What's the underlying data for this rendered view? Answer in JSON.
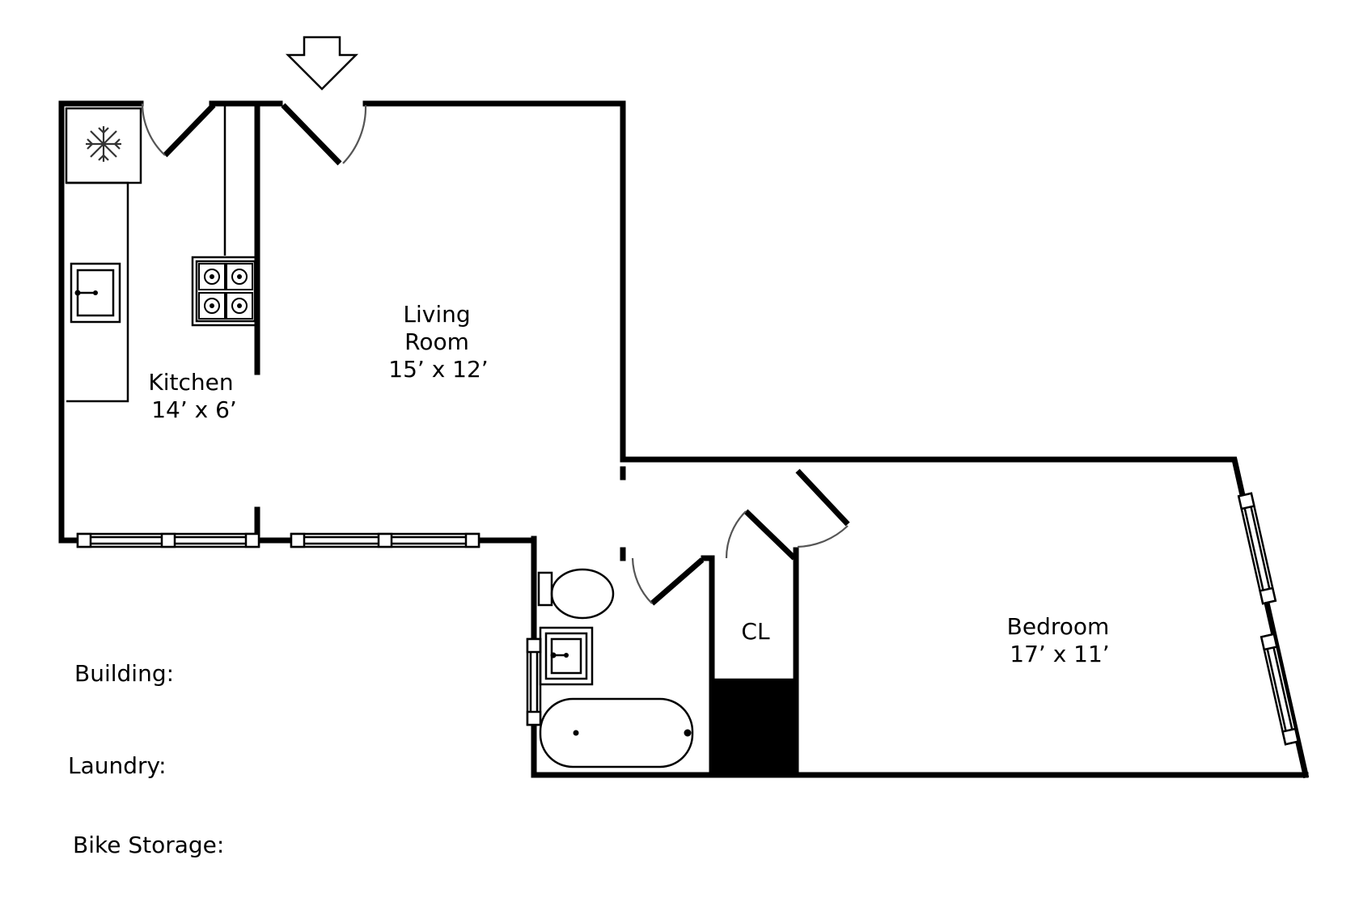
{
  "rooms": {
    "kitchen": {
      "name": "Kitchen",
      "size": "14’ x 6’"
    },
    "living_room": {
      "name_line1": "Living",
      "name_line2": "Room",
      "size": "15’ x 12’"
    },
    "bedroom": {
      "name": "Bedroom",
      "size": "17’ x 11’"
    },
    "closet": {
      "name": "CL"
    }
  },
  "amenities": {
    "building": "Building:",
    "laundry": "Laundry:",
    "bike_storage": "Bike Storage:"
  },
  "icons": {
    "entrance": "down-arrow-icon",
    "fridge": "snowflake-icon",
    "stove": "stove-icon",
    "kitchen_sink": "sink-icon",
    "bathroom_sink": "sink-icon",
    "toilet": "toilet-icon",
    "bathtub": "bathtub-icon"
  },
  "colors": {
    "wall": "#000000",
    "door_swing": "#555555",
    "background": "#ffffff"
  }
}
